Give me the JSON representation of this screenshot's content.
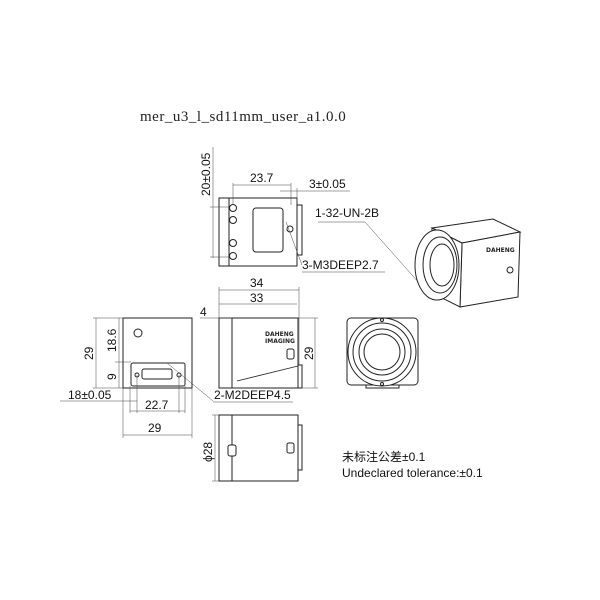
{
  "title": "mer_u3_l_sd11mm_user_a1.0.0",
  "top_view": {
    "dim_height": "20±0.05",
    "dim_width": "23.7",
    "dim_offset": "3±0.05",
    "thread_label": "1-32-UN-2B",
    "hole_label": "3-M3DEEP2.7"
  },
  "side_view": {
    "dim_total": "34",
    "dim_body": "33",
    "dim_front": "4",
    "dim_height": "29",
    "logo_line1": "DAHENG",
    "logo_line2": "IMAGING"
  },
  "back_view": {
    "dim_height": "29",
    "dim_upper": "18.6",
    "dim_lower": "9",
    "dim_hole_spacing": "18±0.05",
    "dim_panel": "22.7",
    "dim_width": "29",
    "hole_label": "2-M2DEEP4.5"
  },
  "bottom_view": {
    "dim_diameter": "ϕ28"
  },
  "notes": {
    "tolerance_cn": "未标注公差±0.1",
    "tolerance_en": "Undeclared tolerance:±0.1"
  }
}
